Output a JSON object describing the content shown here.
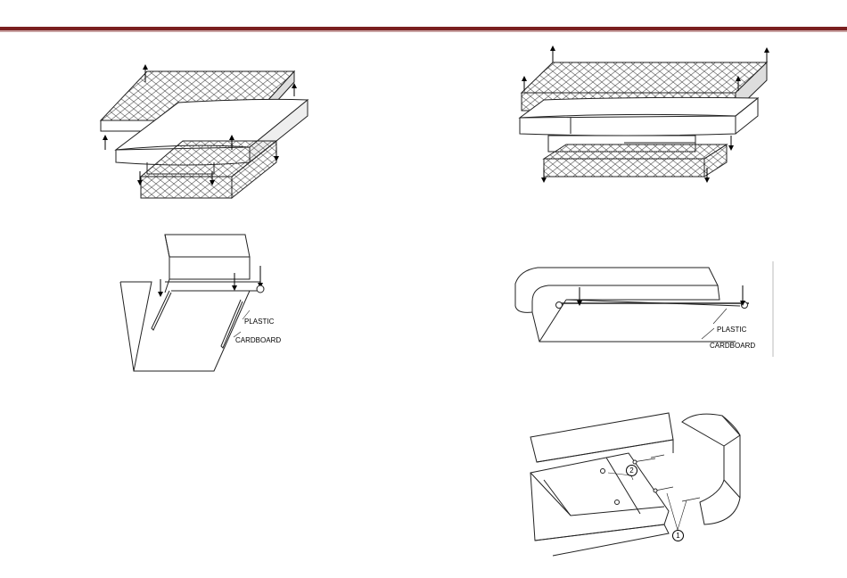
{
  "figures": {
    "fig_bottom_left": {
      "plastic_label": "PLASTIC",
      "cardboard_label": "CARDBOARD"
    },
    "fig_middle_right": {
      "plastic_label": "PLASTIC",
      "cardboard_label": "CARDBOARD"
    },
    "fig_bottom_right": {
      "callout_1": "1",
      "callout_2": "2"
    }
  },
  "colors": {
    "header_rule": "#7a1f1f",
    "line": "#222222"
  }
}
